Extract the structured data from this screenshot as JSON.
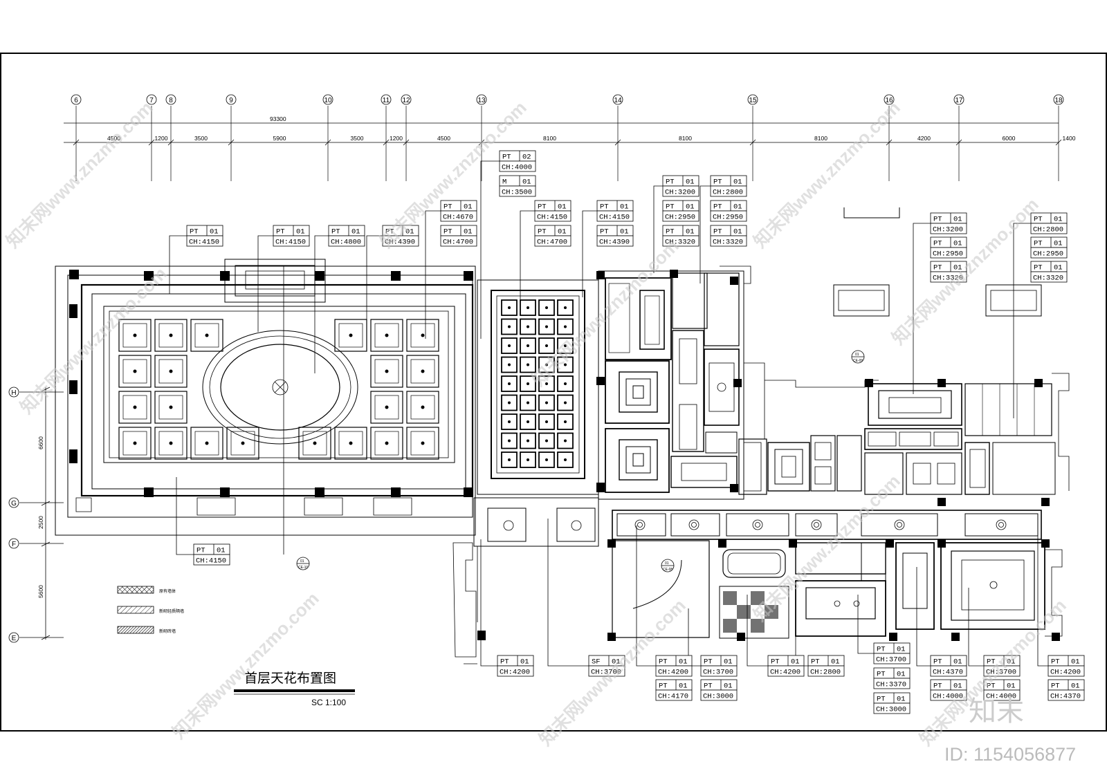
{
  "drawing": {
    "title": "首层天花布置图",
    "scale": "SC 1:100"
  },
  "axes_top": [
    "6",
    "7",
    "8",
    "9",
    "10",
    "11",
    "12",
    "13",
    "14",
    "15",
    "16",
    "17",
    "18"
  ],
  "axes_left": [
    "H",
    "G",
    "F",
    "E"
  ],
  "dims_top_total": "93300",
  "dims_top": [
    "4500",
    "1200",
    "3500",
    "5900",
    "3500",
    "1200",
    "4500",
    "8100",
    "8100",
    "8100",
    "4200",
    "6000",
    "1400"
  ],
  "dims_left": [
    "6600",
    "2500",
    "5600"
  ],
  "tags": [
    {
      "code": "PT",
      "num": "01",
      "ch": "CH:4150"
    },
    {
      "code": "PT",
      "num": "01",
      "ch": "CH:4150"
    },
    {
      "code": "PT",
      "num": "01",
      "ch": "CH:4800"
    },
    {
      "code": "PT",
      "num": "01",
      "ch": "CH:4390"
    },
    {
      "code": "PT",
      "num": "01",
      "ch": "CH:4670"
    },
    {
      "code": "PT",
      "num": "01",
      "ch": "CH:4700"
    },
    {
      "code": "PT",
      "num": "02",
      "ch": "CH:4000"
    },
    {
      "code": "M",
      "num": "01",
      "ch": "CH:3500"
    },
    {
      "code": "PT",
      "num": "01",
      "ch": "CH:4150"
    },
    {
      "code": "PT",
      "num": "01",
      "ch": "CH:4700"
    },
    {
      "code": "PT",
      "num": "01",
      "ch": "CH:4150"
    },
    {
      "code": "PT",
      "num": "01",
      "ch": "CH:4390"
    },
    {
      "code": "PT",
      "num": "01",
      "ch": "CH:3200"
    },
    {
      "code": "PT",
      "num": "01",
      "ch": "CH:2950"
    },
    {
      "code": "PT",
      "num": "01",
      "ch": "CH:3320"
    },
    {
      "code": "PT",
      "num": "01",
      "ch": "CH:2800"
    },
    {
      "code": "PT",
      "num": "01",
      "ch": "CH:2950"
    },
    {
      "code": "PT",
      "num": "01",
      "ch": "CH:3320"
    },
    {
      "code": "PT",
      "num": "01",
      "ch": "CH:3200"
    },
    {
      "code": "PT",
      "num": "01",
      "ch": "CH:2950"
    },
    {
      "code": "PT",
      "num": "01",
      "ch": "CH:3320"
    },
    {
      "code": "PT",
      "num": "01",
      "ch": "CH:2800"
    },
    {
      "code": "PT",
      "num": "01",
      "ch": "CH:2950"
    },
    {
      "code": "PT",
      "num": "01",
      "ch": "CH:3320"
    },
    {
      "code": "PT",
      "num": "01",
      "ch": "CH:4150"
    },
    {
      "code": "PT",
      "num": "01",
      "ch": "CH:4200"
    },
    {
      "code": "SF",
      "num": "01",
      "ch": "CH:3700"
    },
    {
      "code": "PT",
      "num": "01",
      "ch": "CH:4200"
    },
    {
      "code": "PT",
      "num": "01",
      "ch": "CH:4170"
    },
    {
      "code": "PT",
      "num": "01",
      "ch": "CH:3700"
    },
    {
      "code": "PT",
      "num": "01",
      "ch": "CH:3000"
    },
    {
      "code": "PT",
      "num": "01",
      "ch": "CH:4200"
    },
    {
      "code": "PT",
      "num": "01",
      "ch": "CH:2800"
    },
    {
      "code": "PT",
      "num": "01",
      "ch": "CH:3700"
    },
    {
      "code": "PT",
      "num": "01",
      "ch": "CH:3370"
    },
    {
      "code": "PT",
      "num": "01",
      "ch": "CH:3000"
    },
    {
      "code": "PT",
      "num": "01",
      "ch": "CH:4370"
    },
    {
      "code": "PT",
      "num": "01",
      "ch": "CH:4000"
    },
    {
      "code": "PT",
      "num": "01",
      "ch": "CH:3700"
    },
    {
      "code": "PT",
      "num": "01",
      "ch": "CH:4000"
    },
    {
      "code": "PT",
      "num": "01",
      "ch": "CH:4200"
    },
    {
      "code": "PT",
      "num": "01",
      "ch": "CH:4370"
    }
  ],
  "legend": [
    "原有墙体",
    "新砌轻质隔墙",
    "新砌砖墙"
  ],
  "section_marks": [
    {
      "top": "01",
      "bottom": "CE-10"
    },
    {
      "top": "01",
      "bottom": "CE-09"
    },
    {
      "top": "01",
      "bottom": "CE-08"
    }
  ],
  "watermark": {
    "text": "知末网www.znzmo.com",
    "id": "ID: 1154056877",
    "logo": "知末"
  }
}
